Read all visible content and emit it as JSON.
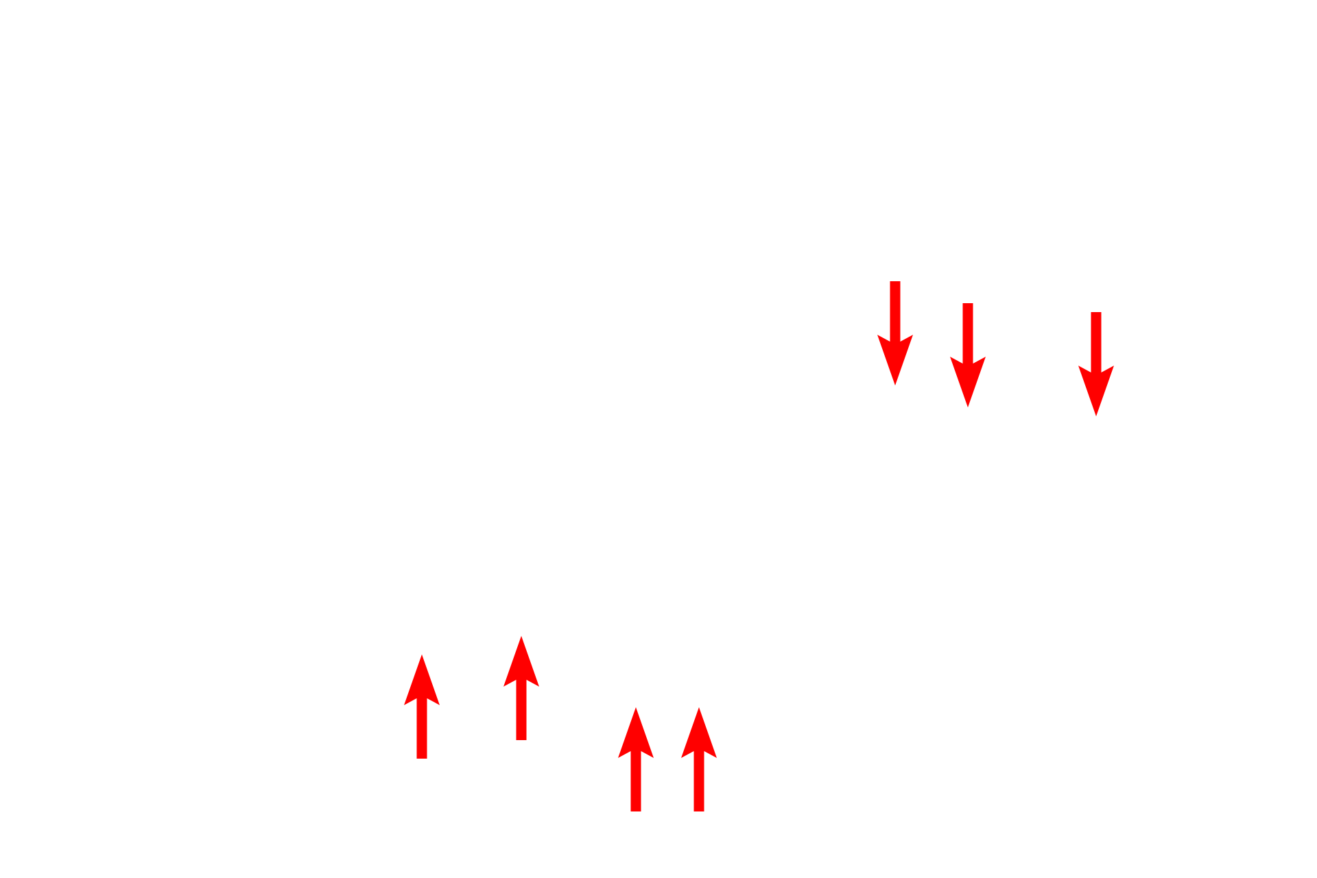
{
  "annotation_color": "#ff0000",
  "background_color": "#ffffff",
  "arrows": [
    {
      "direction": "down"
    },
    {
      "direction": "down"
    },
    {
      "direction": "down"
    },
    {
      "direction": "up"
    },
    {
      "direction": "up"
    },
    {
      "direction": "up"
    },
    {
      "direction": "up"
    }
  ]
}
